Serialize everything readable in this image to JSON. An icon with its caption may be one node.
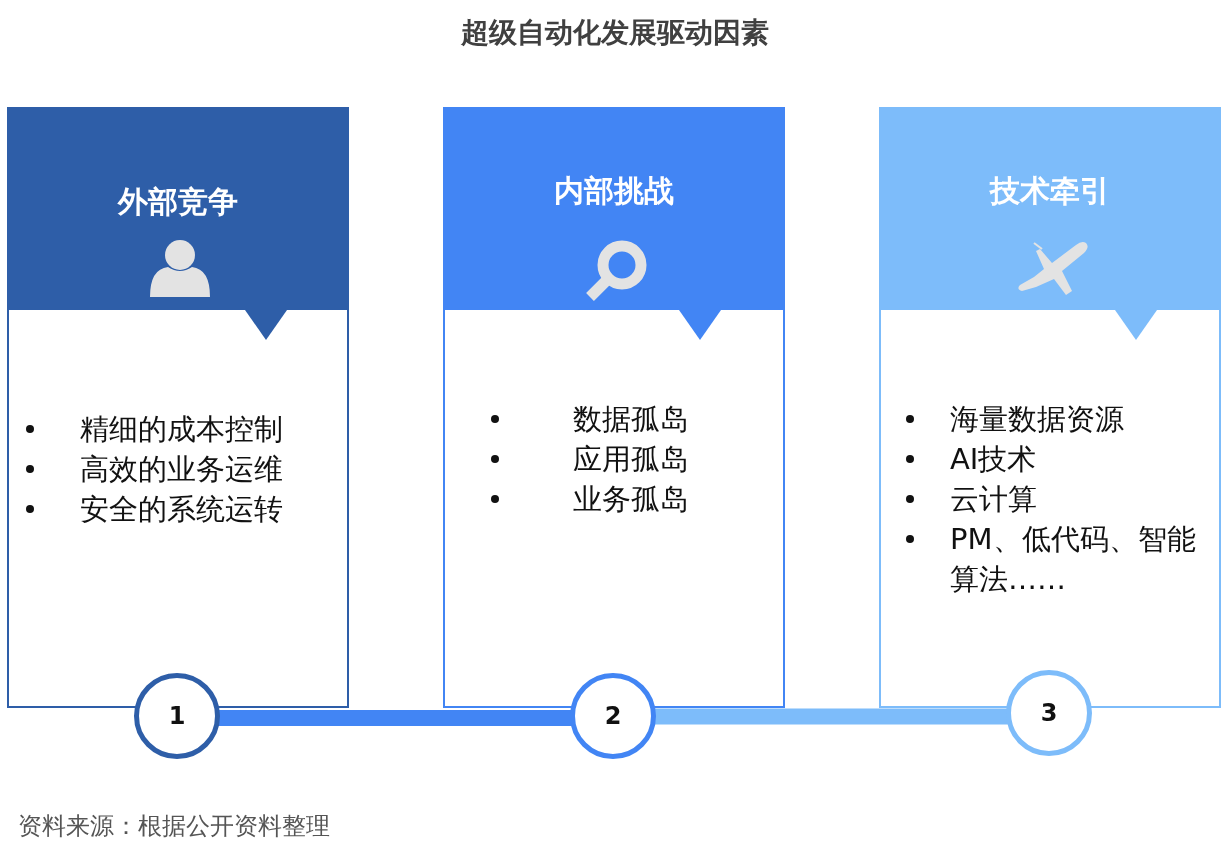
{
  "diagram": {
    "title": "超级自动化发展驱动因素",
    "nodes": [
      {
        "text": [
          "外部竞争",
          "精细的成本控制",
          "高效的业务运维",
          "安全的系统运转"
        ]
      },
      {
        "text": [
          "内部挑战",
          "数据孤岛",
          "应用孤岛",
          "业务孤岛"
        ]
      },
      {
        "text": [
          "技术牵引",
          "海量数据资源",
          "AI技术",
          "云计算",
          "PM、低代码、智能算法……"
        ]
      },
      {
        "text": [
          "1"
        ]
      },
      {
        "text": [
          "2"
        ]
      },
      {
        "text": [
          "3"
        ]
      }
    ],
    "edges": [
      {
        "from": 3,
        "to": 4,
        "arrow": "none",
        "color": "#4285f4"
      },
      {
        "from": 4,
        "to": 5,
        "arrow": "none",
        "color": "#7dbcfa"
      }
    ],
    "labels": [
      "资料来源：根据公开资料整理"
    ]
  }
}
